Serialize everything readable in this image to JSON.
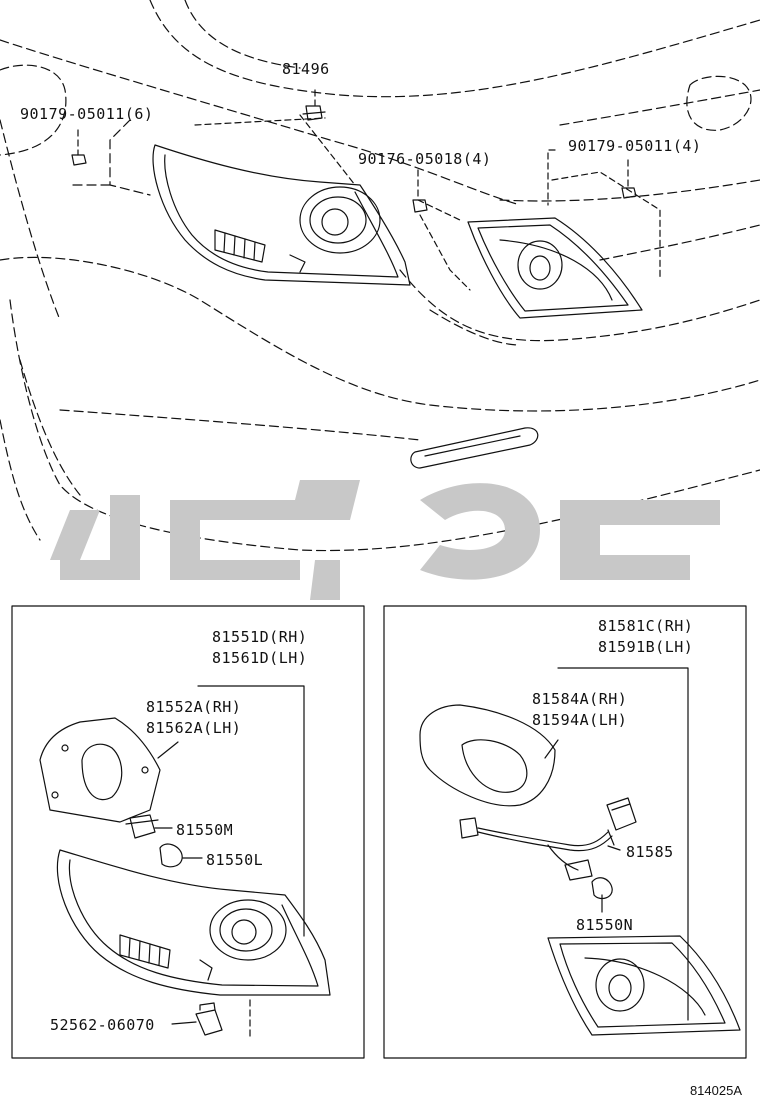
{
  "callouts": {
    "clip_81496": "81496",
    "screw_90179_6": "90179-05011(6)",
    "screw_90176_4": "90176-05018(4)",
    "screw_90179_4": "90179-05011(4)",
    "lamp_rear_l1": "81551D(RH)",
    "lamp_rear_l2": "81561D(LH)",
    "gasket_l1": "81552A(RH)",
    "gasket_l2": "81562A(LH)",
    "socket_81550M": "81550M",
    "bulb_81550L": "81550L",
    "nut_52562": "52562-06070",
    "lamp_inner_l1": "81581C(RH)",
    "lamp_inner_l2": "81591B(LH)",
    "gasket_inner_l1": "81584A(RH)",
    "gasket_inner_l2": "81594A(LH)",
    "wire_81585": "81585",
    "bulb_81550N": "81550N"
  },
  "diagram_code": "814025A",
  "watermark_color": "#c8c8c8"
}
